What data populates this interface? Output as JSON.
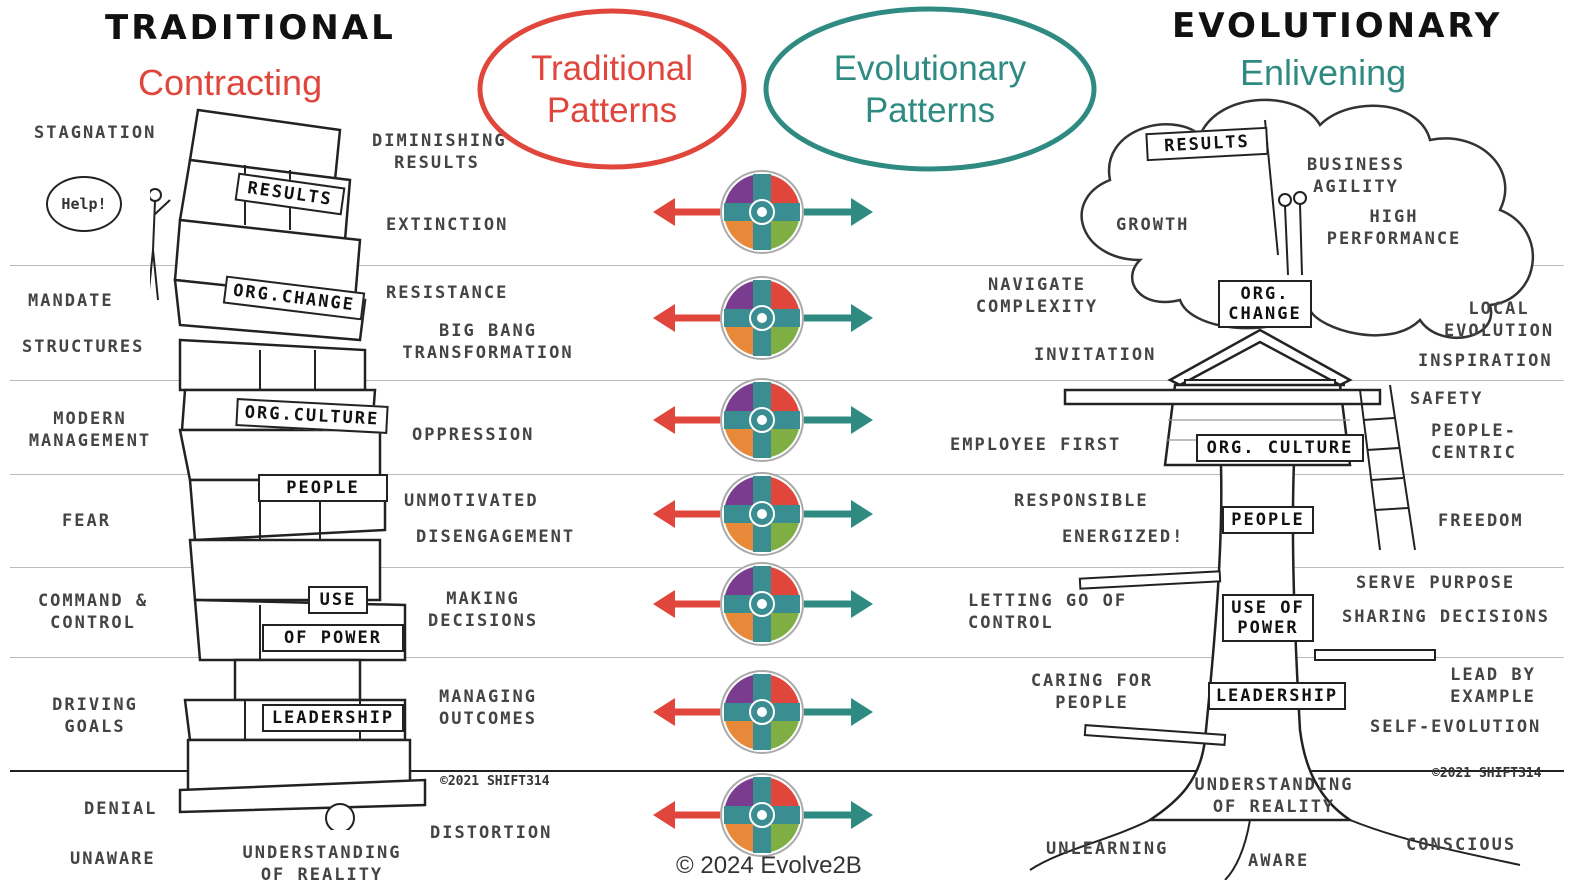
{
  "left": {
    "title": "TRADITIONAL",
    "subtitle": "Contracting",
    "help": "Help!",
    "copyright": "©2021 SHIFT314",
    "blocks": {
      "results": "RESULTS",
      "org_change": "ORG.CHANGE",
      "org_culture": "ORG.CULTURE",
      "people": "PEOPLE",
      "use": "USE",
      "of_power": "OF POWER",
      "leadership": "LEADERSHIP",
      "understanding": "UNDERSTANDING OF REALITY"
    },
    "labels": {
      "stagnation": "STAGNATION",
      "mandate": "MANDATE",
      "structures": "STRUCTURES",
      "modern_management": "MODERN MANAGEMENT",
      "fear": "FEAR",
      "command_control": "COMMAND & CONTROL",
      "driving_goals": "DRIVING GOALS",
      "denial": "DENIAL",
      "unaware": "UNAWARE",
      "diminishing_results": "DIMINISHING RESULTS",
      "extinction": "EXTINCTION",
      "resistance": "RESISTANCE",
      "big_bang": "BIG BANG TRANSFORMATION",
      "oppression": "OPPRESSION",
      "unmotivated": "UNMOTIVATED",
      "disengagement": "DISENGAGEMENT",
      "making_decisions": "MAKING DECISIONS",
      "managing_outcomes": "MANAGING OUTCOMES",
      "distortion": "DISTORTION"
    }
  },
  "center": {
    "traditional_patterns": "Traditional Patterns",
    "evolutionary_patterns": "Evolutionary Patterns",
    "copyright": "© 2024 Evolve2B"
  },
  "right": {
    "title": "EVOLUTIONARY",
    "subtitle": "Enlivening",
    "copyright": "©2021 SHIFT314",
    "blocks": {
      "results": "RESULTS",
      "org_change": "ORG. CHANGE",
      "org_culture": "ORG. CULTURE",
      "people": "PEOPLE",
      "use_of_power": "USE OF POWER",
      "leadership": "LEADERSHIP",
      "understanding": "UNDERSTANDING OF REALITY"
    },
    "labels": {
      "growth": "GROWTH",
      "business_agility": "BUSINESS AGILITY",
      "high_performance": "HIGH PERFORMANCE",
      "navigate_complexity": "NAVIGATE COMPLEXITY",
      "invitation": "INVITATION",
      "local_evolution": "LOCAL EVOLUTION",
      "inspiration": "INSPIRATION",
      "safety": "SAFETY",
      "employee_first": "EMPLOYEE FIRST",
      "people_centric": "PEOPLE- CENTRIC",
      "responsible": "RESPONSIBLE",
      "energized": "ENERGIZED!",
      "freedom": "FREEDOM",
      "serve_purpose": "SERVE PURPOSE",
      "sharing_decisions": "SHARING DECISIONS",
      "letting_go": "LETTING GO OF CONTROL",
      "caring": "CARING FOR PEOPLE",
      "lead_by_example": "LEAD BY EXAMPLE",
      "self_evolution": "SELF-EVOLUTION",
      "unlearning": "UNLEARNING",
      "aware": "AWARE",
      "conscious": "CONSCIOUS"
    }
  },
  "colors": {
    "red": "#e0463b",
    "teal": "#2f8b82",
    "purple": "#7a3c8f",
    "orange": "#e8893a",
    "green": "#7fae45",
    "wheel_teal": "#3a8e92"
  }
}
